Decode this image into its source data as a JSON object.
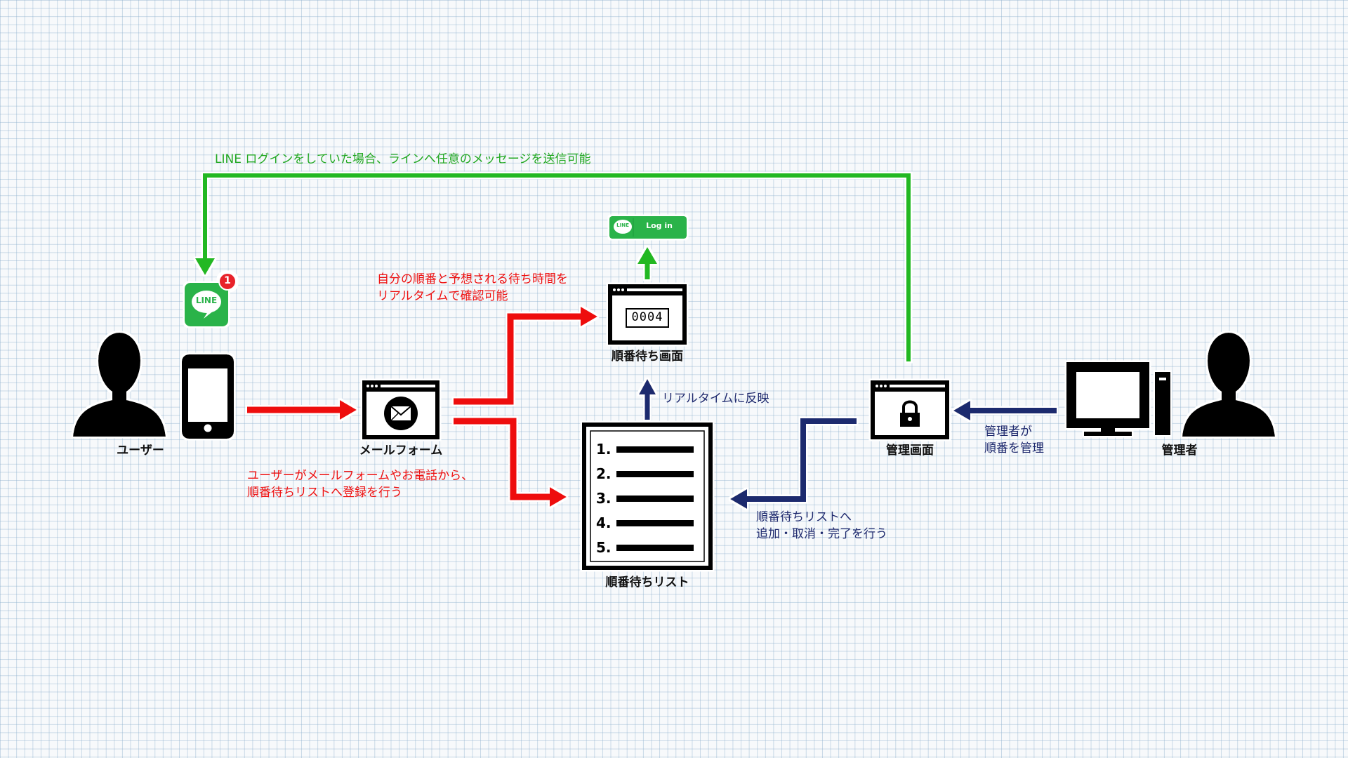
{
  "nodes": {
    "user": "ユーザー",
    "mail_form": "メールフォーム",
    "waiting_screen": "順番待ち画面",
    "waiting_list": "順番待ちリスト",
    "admin_screen": "管理画面",
    "admin": "管理者"
  },
  "annotations": {
    "line_message": "LINE ログインをしていた場合、ラインへ任意のメッセージを送信可能",
    "check_realtime_1": "自分の順番と予想される待ち時間を",
    "check_realtime_2": "リアルタイムで確認可能",
    "register_1": "ユーザーがメールフォームやお電話から、",
    "register_2": "順番待ちリストへ登録を行う",
    "reflect": "リアルタイムに反映",
    "manage_1": "管理者が",
    "manage_2": "順番を管理",
    "ops_1": "順番待ちリストへ",
    "ops_2": "追加・取消・完了を行う"
  },
  "line_icon": {
    "text": "LINE",
    "badge": "1"
  },
  "line_login": {
    "logo": "LINE",
    "text": "Log in"
  },
  "counter": "0004",
  "list_numbers": [
    "1.",
    "2.",
    "3.",
    "4.",
    "5."
  ],
  "colors": {
    "red": "#ee1111",
    "green": "#22a822",
    "navy": "#1f2a6e",
    "line_green": "#2bb34a",
    "badge": "#e8202a"
  },
  "icons": [
    "person-icon",
    "smartphone-icon",
    "browser-mail-icon",
    "browser-counter-icon",
    "list-document-icon",
    "browser-lock-icon",
    "desktop-pc-icon",
    "line-app-icon",
    "line-login-button"
  ]
}
